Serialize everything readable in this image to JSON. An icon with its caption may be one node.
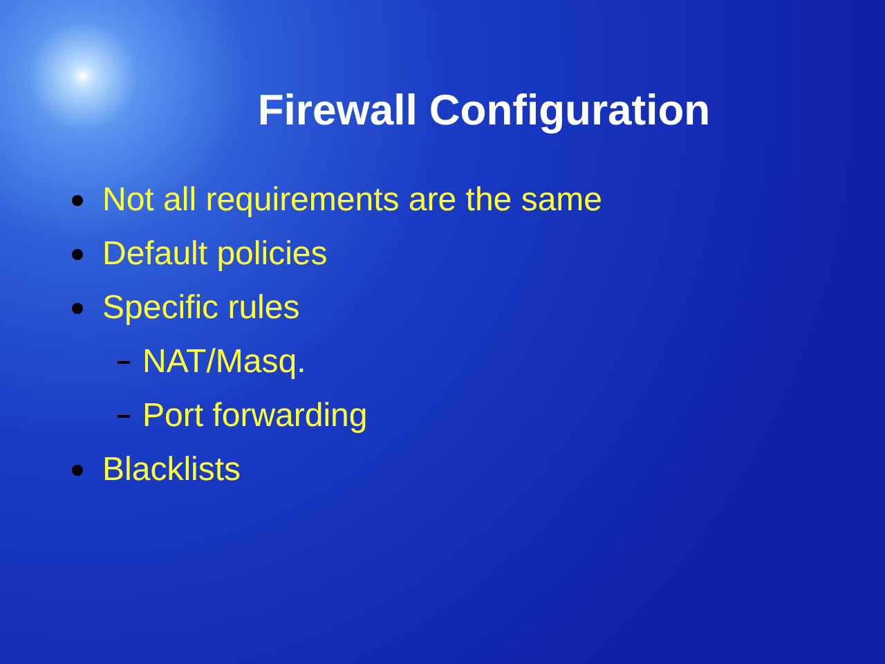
{
  "diagram": {
    "title": "Firewall Configuration",
    "labels": [
      "Not all requirements are the same",
      "Default policies",
      "Specific rules",
      "NAT/Masq.",
      "Port forwarding",
      "Blacklists"
    ]
  }
}
